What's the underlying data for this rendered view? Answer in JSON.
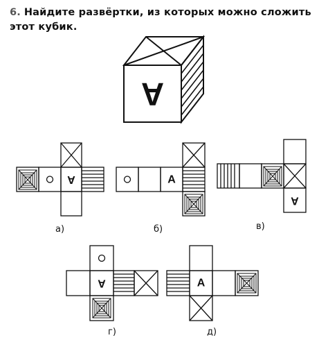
{
  "task": {
    "number": "6.",
    "text": "Найдите развёртки, из которых можно сложить этот кубик."
  },
  "cube": {
    "letter": "A"
  },
  "nets": [
    {
      "caption": "а)",
      "letter": "A"
    },
    {
      "caption": "б)",
      "letter": "A"
    },
    {
      "caption": "в)",
      "letter": "A"
    },
    {
      "caption": "г)",
      "letter": "A"
    },
    {
      "caption": "д)",
      "letter": "A"
    }
  ]
}
